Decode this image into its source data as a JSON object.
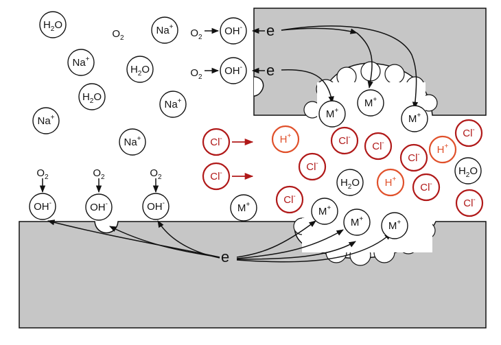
{
  "colors": {
    "metal": "#c6c6c6",
    "outline": "#111111",
    "chloride": "#b01818",
    "hydrogen": "#e0502a",
    "background": "#ffffff"
  },
  "labels": {
    "h2o": {
      "base": "H",
      "sub": "2",
      "end": "O"
    },
    "na": {
      "base": "Na",
      "sup": "+"
    },
    "o2": {
      "base": "O",
      "sub": "2"
    },
    "oh": {
      "base": "OH",
      "sup": "-"
    },
    "cl": {
      "base": "Cl",
      "sup": "-"
    },
    "h": {
      "base": "H",
      "sup": "+"
    },
    "m": {
      "base": "M",
      "sup": "+"
    },
    "electron": "e"
  }
}
